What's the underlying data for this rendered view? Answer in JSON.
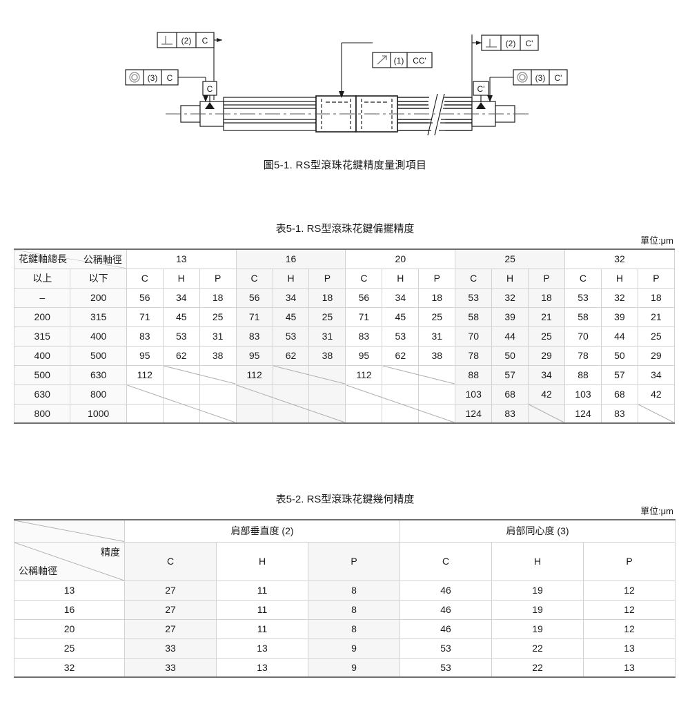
{
  "figure": {
    "caption": "圖5-1. RS型滾珠花鍵精度量測項目",
    "callouts": [
      {
        "id": "perp-left",
        "symbol": "perpendicularity-symbol",
        "index": "(2)",
        "datum": "C"
      },
      {
        "id": "conc-left",
        "symbol": "concentricity-symbol",
        "index": "(3)",
        "datum": "C"
      },
      {
        "id": "runout-mid",
        "symbol": "circular-runout-symbol",
        "index": "(1)",
        "datum": "CC'"
      },
      {
        "id": "perp-right",
        "symbol": "perpendicularity-symbol",
        "index": "(2)",
        "datum": "C'"
      },
      {
        "id": "conc-right",
        "symbol": "concentricity-symbol",
        "index": "(3)",
        "datum": "C'"
      }
    ],
    "datum_flags": [
      {
        "id": "datum-left",
        "label": "C"
      },
      {
        "id": "datum-right",
        "label": "C'"
      }
    ]
  },
  "table1": {
    "caption": "表5-1. RS型滾珠花鍵偏擺精度",
    "unit": "單位:μm",
    "corner_top": "公稱軸徑",
    "corner_bottom": "花鍵軸總長",
    "range_headers": [
      "以上",
      "以下"
    ],
    "diameters": [
      "13",
      "16",
      "20",
      "25",
      "32"
    ],
    "grades": [
      "C",
      "H",
      "P"
    ],
    "rows": [
      {
        "from": "–",
        "to": "200",
        "values": [
          "56",
          "34",
          "18",
          "56",
          "34",
          "18",
          "56",
          "34",
          "18",
          "53",
          "32",
          "18",
          "53",
          "32",
          "18"
        ]
      },
      {
        "from": "200",
        "to": "315",
        "values": [
          "71",
          "45",
          "25",
          "71",
          "45",
          "25",
          "71",
          "45",
          "25",
          "58",
          "39",
          "21",
          "58",
          "39",
          "21"
        ]
      },
      {
        "from": "315",
        "to": "400",
        "values": [
          "83",
          "53",
          "31",
          "83",
          "53",
          "31",
          "83",
          "53",
          "31",
          "70",
          "44",
          "25",
          "70",
          "44",
          "25"
        ]
      },
      {
        "from": "400",
        "to": "500",
        "values": [
          "95",
          "62",
          "38",
          "95",
          "62",
          "38",
          "95",
          "62",
          "38",
          "78",
          "50",
          "29",
          "78",
          "50",
          "29"
        ]
      },
      {
        "from": "500",
        "to": "630",
        "values": [
          "112",
          "",
          "",
          "112",
          "",
          "",
          "112",
          "",
          "",
          "88",
          "57",
          "34",
          "88",
          "57",
          "34"
        ]
      },
      {
        "from": "630",
        "to": "800",
        "values": [
          "",
          "",
          "",
          "",
          "",
          "",
          "",
          "",
          "",
          "103",
          "68",
          "42",
          "103",
          "68",
          "42"
        ]
      },
      {
        "from": "800",
        "to": "1000",
        "values": [
          "",
          "",
          "",
          "",
          "",
          "",
          "",
          "",
          "",
          "124",
          "83",
          "",
          "124",
          "83",
          ""
        ]
      }
    ]
  },
  "table2": {
    "caption": "表5-2. RS型滾珠花鍵幾何精度",
    "unit": "單位:μm",
    "corner_top": "精度",
    "corner_bottom": "公稱軸徑",
    "groups": [
      "肩部垂直度 (2)",
      "肩部同心度 (3)"
    ],
    "grades": [
      "C",
      "H",
      "P"
    ],
    "rows": [
      {
        "diameter": "13",
        "values": [
          "27",
          "11",
          "8",
          "46",
          "19",
          "12"
        ]
      },
      {
        "diameter": "16",
        "values": [
          "27",
          "11",
          "8",
          "46",
          "19",
          "12"
        ]
      },
      {
        "diameter": "20",
        "values": [
          "27",
          "11",
          "8",
          "46",
          "19",
          "12"
        ]
      },
      {
        "diameter": "25",
        "values": [
          "33",
          "13",
          "9",
          "53",
          "22",
          "13"
        ]
      },
      {
        "diameter": "32",
        "values": [
          "33",
          "13",
          "9",
          "53",
          "22",
          "13"
        ]
      }
    ]
  }
}
